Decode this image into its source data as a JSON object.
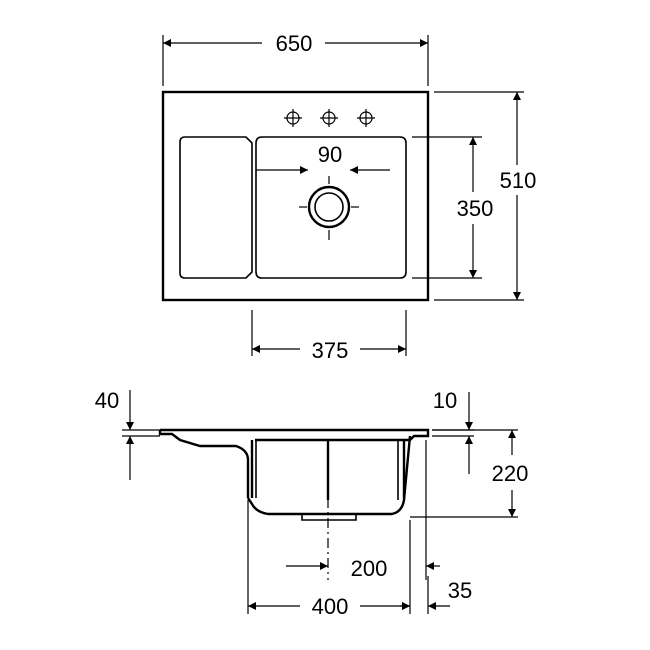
{
  "dimensions": {
    "overall_width": "650",
    "overall_depth": "510",
    "bowl_depth": "350",
    "bowl_width": "375",
    "outlet_offset": "90",
    "rim_thickness": "40",
    "rim_top": "10",
    "bowl_height": "220",
    "outlet_position": "200",
    "bowl_bottom_width": "400",
    "edge_offset": "35"
  }
}
